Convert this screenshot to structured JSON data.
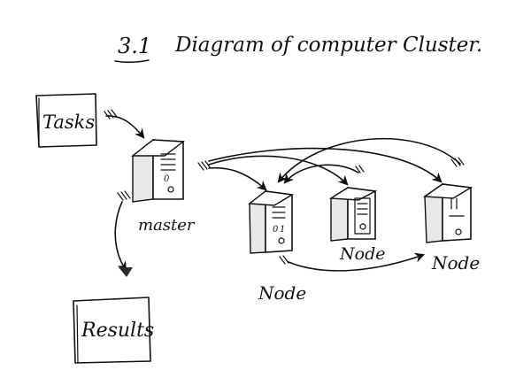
{
  "title": {
    "number": "3.1",
    "text": "Diagram of computer Cluster."
  },
  "labels": {
    "tasks": "Tasks",
    "master": "master",
    "results": "Results",
    "node_left": "Node",
    "node_middle": "Node",
    "node_right": "Node"
  }
}
